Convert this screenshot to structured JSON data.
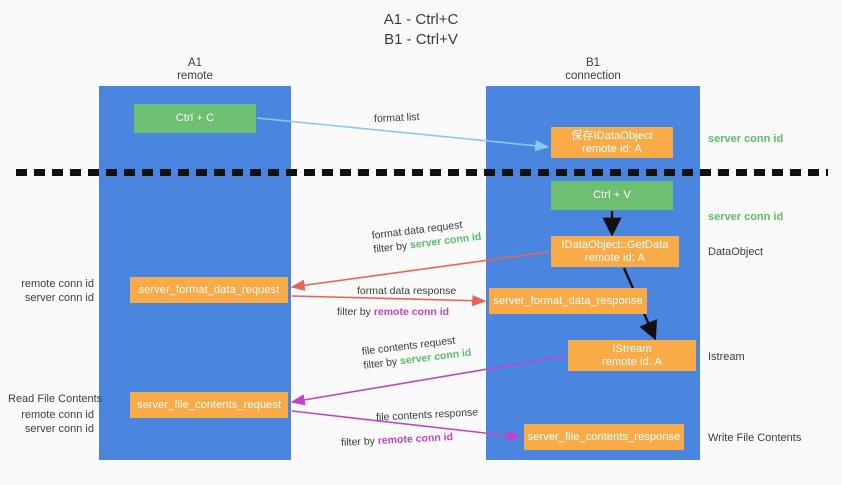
{
  "title": "A1 - Ctrl+C\nB1 - Ctrl+V",
  "lanes": [
    {
      "name": "A1",
      "sub": "remote"
    },
    {
      "name": "B1",
      "sub": "connection"
    }
  ],
  "colors": {
    "lane": "#4a86e0",
    "green_box": "#6fbf73",
    "orange_box": "#f9ab48",
    "server_conn_id": "#5bbd6b",
    "remote_conn_id": "#c144c8",
    "format_arrow": "#8ec6ef",
    "data_arrow": "#e8635a",
    "file_arrow": "#c144c8",
    "flow_arrow": "#111111",
    "background": "#fafafa"
  },
  "boxes": {
    "ctrl_c": {
      "line1": "Ctrl + C"
    },
    "save_idataobject": {
      "line1": "保存IDataObject",
      "line2": "remote id: A"
    },
    "ctrl_v": {
      "line1": "Ctrl + V"
    },
    "getdata": {
      "line1": "IDataObject::GetData",
      "line2": "remote id: A"
    },
    "format_data_request": {
      "line1": "server_format_data_request"
    },
    "format_data_response": {
      "line1": "server_format_data_response"
    },
    "istream": {
      "line1": "IStream",
      "line2": "remote id: A"
    },
    "file_contents_request": {
      "line1": "server_file_contents_request"
    },
    "file_contents_response": {
      "line1": "server_file_contents_response"
    }
  },
  "annotations": {
    "server_conn_id_top": "server conn id",
    "server_conn_id_mid": "server conn id",
    "dataobject": "DataObject",
    "istream": "Istream",
    "write_file_contents": "Write File Contents",
    "read_file_contents": "Read File Contents",
    "remote_conn_id": "remote conn id",
    "server_conn_id": "server conn id"
  },
  "edges": {
    "format_list": "format list",
    "format_data_request": "format data request",
    "format_data_request_filter_prefix": "filter by ",
    "format_data_request_filter_value": "server conn id",
    "format_data_response": "format data response",
    "format_data_response_filter_prefix": "filter by ",
    "format_data_response_filter_value": "remote conn id",
    "file_contents_request": "file contents request",
    "file_contents_request_filter_prefix": "filter by ",
    "file_contents_request_filter_value": "server conn id",
    "file_contents_response": "file contents response",
    "file_contents_response_filter_prefix": "filter by ",
    "file_contents_response_filter_value": "remote conn id"
  }
}
